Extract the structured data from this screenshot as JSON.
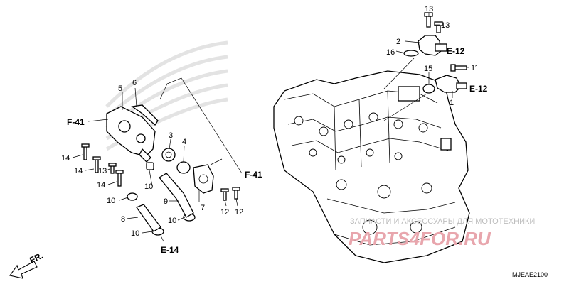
{
  "callouts": {
    "n1": "1",
    "n2": "2",
    "n3": "3",
    "n4": "4",
    "n5": "5",
    "n6": "6",
    "n7": "7",
    "n8": "8",
    "n9": "9",
    "n10a": "10",
    "n10b": "10",
    "n10c": "10",
    "n10d": "10",
    "n11": "11",
    "n12a": "12",
    "n12b": "12",
    "n13a": "13",
    "n13b": "13",
    "n13c": "13",
    "n14a": "14",
    "n14b": "14",
    "n14c": "14",
    "n15": "15",
    "n16": "16"
  },
  "references": {
    "e12_top": "E-12",
    "e12_mid": "E-12",
    "f41_left": "F-41",
    "f41_right": "F-41",
    "e14": "E-14",
    "front": "FR."
  },
  "diagram_code": "MJEAE2100",
  "watermark": {
    "tagline": "ЗАПЧАСТИ И АКСЕССУАРЫ ДЛЯ МОТОТЕХНИКИ",
    "brand": "PARTS4FOR.RU"
  }
}
